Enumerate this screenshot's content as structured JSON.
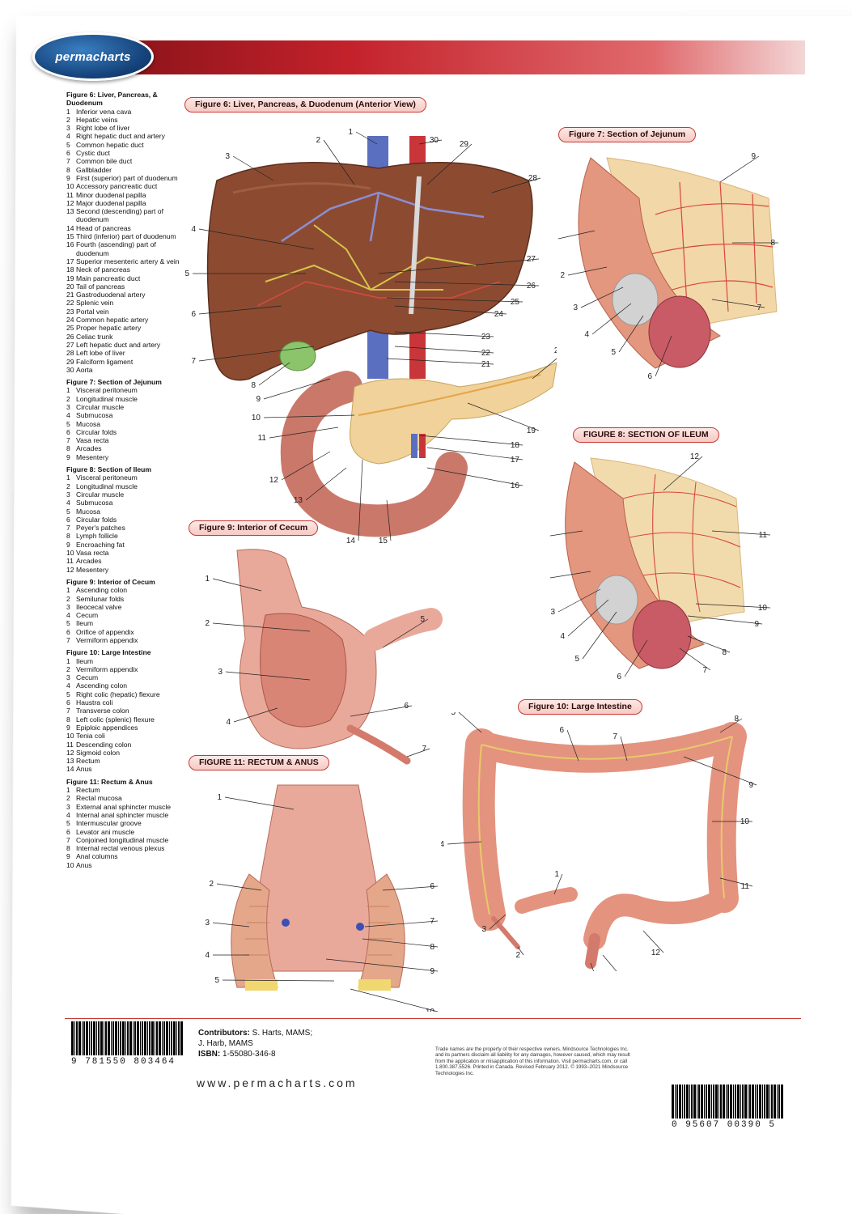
{
  "logo": {
    "text": "permacharts"
  },
  "legend": [
    {
      "title": "Figure 6: Liver, Pancreas, & Duodenum",
      "items": [
        "Inferior vena cava",
        "Hepatic veins",
        "Right lobe of liver",
        "Right hepatic duct and artery",
        "Common hepatic duct",
        "Cystic duct",
        "Common bile duct",
        "Gallbladder",
        "First (superior) part of duodenum",
        "Accessory pancreatic duct",
        "Minor duodenal papilla",
        "Major duodenal papilla",
        "Second (descending) part of duodenum",
        "Head of pancreas",
        "Third (inferior) part of duodenum",
        "Fourth (ascending) part of duodenum",
        "Superior mesenteric artery & vein",
        "Neck of pancreas",
        "Main pancreatic duct",
        "Tail of pancreas",
        "Gastroduodenal artery",
        "Splenic vein",
        "Portal vein",
        "Common hepatic artery",
        "Proper hepatic artery",
        "Celiac trunk",
        "Left hepatic duct and artery",
        "Left lobe of liver",
        "Falciform ligament",
        "Aorta"
      ]
    },
    {
      "title": "Figure 7: Section of Jejunum",
      "items": [
        "Visceral peritoneum",
        "Longitudinal muscle",
        "Circular muscle",
        "Submucosa",
        "Mucosa",
        "Circular folds",
        "Vasa recta",
        "Arcades",
        "Mesentery"
      ]
    },
    {
      "title": "Figure 8: Section of Ileum",
      "items": [
        "Visceral peritoneum",
        "Longitudinal muscle",
        "Circular muscle",
        "Submucosa",
        "Mucosa",
        "Circular folds",
        "Peyer's patches",
        "Lymph follicle",
        "Encroaching fat",
        "Vasa recta",
        "Arcades",
        "Mesentery"
      ]
    },
    {
      "title": "Figure 9: Interior of Cecum",
      "items": [
        "Ascending colon",
        "Semilunar folds",
        "Ileocecal valve",
        "Cecum",
        "Ileum",
        "Orifice of appendix",
        "Vermiform appendix"
      ]
    },
    {
      "title": "Figure 10: Large Intestine",
      "items": [
        "Ileum",
        "Vermiform appendix",
        "Cecum",
        "Ascending colon",
        "Right colic (hepatic) flexure",
        "Haustra coli",
        "Transverse colon",
        "Left colic (splenic) flexure",
        "Epiploic appendices",
        "Tenia coli",
        "Descending colon",
        "Sigmoid colon",
        "Rectum",
        "Anus"
      ]
    },
    {
      "title": "Figure 11: Rectum & Anus",
      "items": [
        "Rectum",
        "Rectal mucosa",
        "External anal sphincter muscle",
        "Internal anal sphincter muscle",
        "Intermuscular groove",
        "Levator ani muscle",
        "Conjoined longitudinal muscle",
        "Internal rectal venous plexus",
        "Anal columns",
        "Anus"
      ]
    }
  ],
  "figures": {
    "fig6": "Figure 6: Liver, Pancreas, & Duodenum (Anterior View)",
    "fig7": "Figure 7: Section of Jejunum",
    "fig8": "FIGURE 8: SECTION OF ILEUM",
    "fig9": "Figure 9: Interior of Cecum",
    "fig10": "Figure 10: Large Intestine",
    "fig11": "FIGURE 11: RECTUM & ANUS"
  },
  "footer": {
    "contributors_label": "Contributors:",
    "contributors": "S. Harts, MAMS;",
    "contributors2": "J. Harb, MAMS",
    "isbn_label": "ISBN:",
    "isbn": "1-55080-346-8",
    "website": "www.permacharts.com",
    "barcode_left": "9 781550 803464",
    "barcode_right": "0 95607 00390 5",
    "disclaimer": "Trade names are the property of their respective owners. Mindsource Technologies Inc. and its partners disclaim all liability for any damages, however caused, which may result from the application or misapplication of this information. Visit permacharts.com, or call 1.800.387.5526. Printed in Canada. Revised February 2012. © 1993–2021 Mindsource Technologies Inc."
  },
  "colors": {
    "accent": "#c4222b",
    "title_fill": "#f7c9c3",
    "logo_blue": "#15437a"
  }
}
